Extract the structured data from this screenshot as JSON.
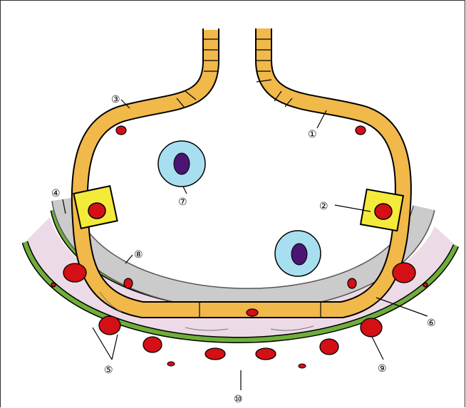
{
  "figure": {
    "labels": [
      "①",
      "②",
      "③",
      "④",
      "⑤",
      "⑥",
      "⑦",
      "⑧",
      "⑨",
      "⑩"
    ]
  },
  "colors": {
    "epithelium": "#f1b84a",
    "septal_cell": "#f4ea3a",
    "nucleus": "#d40f16",
    "basement": "#c9c9c9",
    "interstitium": "#ecdbe6",
    "membrane_green": "#6fae3a",
    "macrophage": "#a7dff0",
    "macrophage_nucleus": "#4a1573"
  }
}
